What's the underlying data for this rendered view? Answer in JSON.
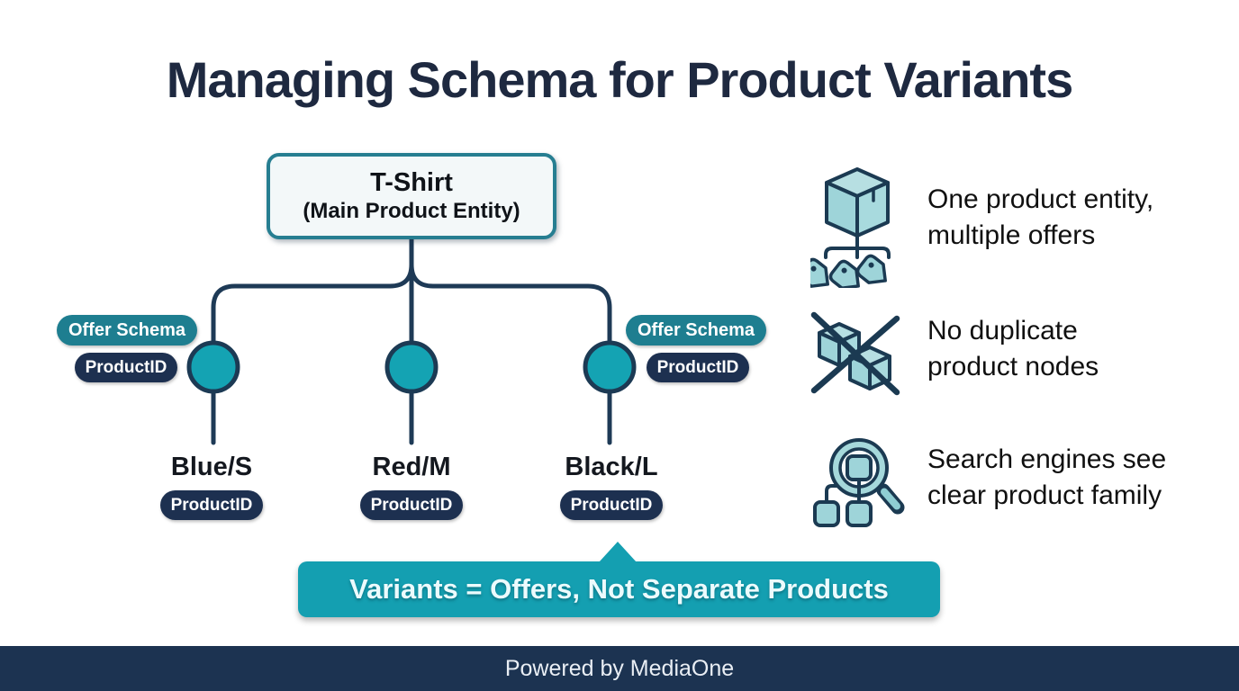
{
  "title": "Managing Schema for Product Variants",
  "diagram": {
    "root_title": "T-Shirt",
    "root_subtitle": "(Main Product Entity)",
    "offer_schema_label": "Offer Schema",
    "product_id_label": "ProductID",
    "variants": [
      {
        "label": "Blue/S",
        "badge": "ProductID"
      },
      {
        "label": "Red/M",
        "badge": "ProductID"
      },
      {
        "label": "Black/L",
        "badge": "ProductID"
      }
    ]
  },
  "benefits": [
    {
      "icon": "package-with-tags-icon",
      "text": "One product entity,\nmultiple offers"
    },
    {
      "icon": "no-duplicate-boxes-icon",
      "text": "No duplicate\nproduct nodes"
    },
    {
      "icon": "magnifier-hierarchy-icon",
      "text": "Search engines see\nclear product family"
    }
  ],
  "banner_text": "Variants = Offers, Not Separate Products",
  "footer_text": "Powered by MediaOne",
  "colors": {
    "accent_teal": "#149fb1",
    "pill_teal": "#1e7e90",
    "pill_navy": "#1d3050",
    "line_navy": "#1e3a56",
    "node_fill": "#14a3b3",
    "title_navy": "#1e2940",
    "footer_navy": "#1c3351",
    "icon_fill": "#9ed4d9",
    "icon_stroke": "#1b3a52"
  }
}
